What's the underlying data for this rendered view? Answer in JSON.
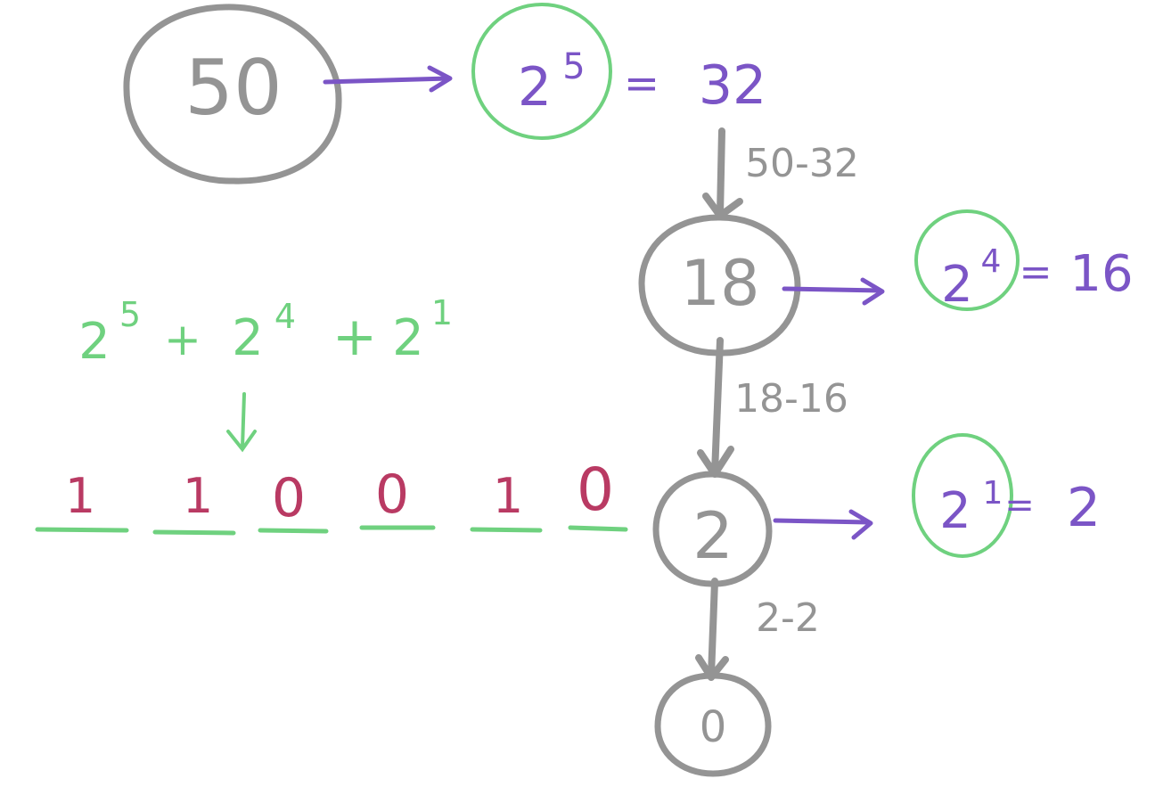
{
  "colors": {
    "node": "#949494",
    "power_circle": "#6fd17f",
    "purple": "#7b55c6",
    "green_text": "#6fd17f",
    "bit": "#b93a63"
  },
  "nodes": {
    "n50": "50",
    "n18": "18",
    "n2": "2",
    "n0": "0"
  },
  "powers": {
    "p5": {
      "base": "2",
      "exp": "5",
      "eq": "=",
      "result": "32"
    },
    "p4": {
      "base": "2",
      "exp": "4",
      "eq": "=",
      "result": "16"
    },
    "p1": {
      "base": "2",
      "exp": "1",
      "eq": "=",
      "result": "2"
    }
  },
  "subtractions": {
    "s1": "50-32",
    "s2": "18-16",
    "s3": "2-2"
  },
  "sum": {
    "t1_base": "2",
    "t1_exp": "5",
    "plus1": "+",
    "t2_base": "2",
    "t2_exp": "4",
    "plus2": "+",
    "t3_base": "2",
    "t3_exp": "1"
  },
  "bits": [
    "1",
    "1",
    "0",
    "0",
    "1",
    "0"
  ]
}
